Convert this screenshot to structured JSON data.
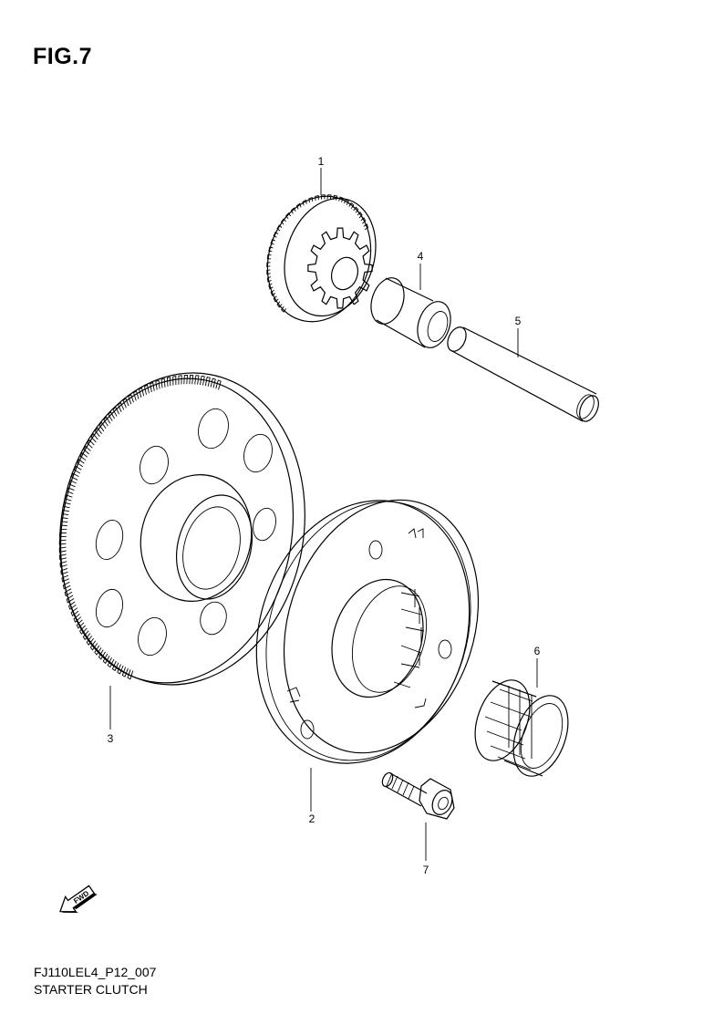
{
  "figure": {
    "title": "FIG.7"
  },
  "footer": {
    "code": "FJ110LEL4_P12_007",
    "name": "STARTER CLUTCH"
  },
  "fwd_indicator": {
    "label": "FWD",
    "icon": "fwd-arrow-icon"
  },
  "parts": [
    {
      "number": "1",
      "icon": "starter-idle-gear-icon"
    },
    {
      "number": "2",
      "icon": "one-way-clutch-housing-icon"
    },
    {
      "number": "3",
      "icon": "starter-driven-gear-icon"
    },
    {
      "number": "4",
      "icon": "bushing-icon"
    },
    {
      "number": "5",
      "icon": "shaft-icon"
    },
    {
      "number": "6",
      "icon": "needle-bearing-icon"
    },
    {
      "number": "7",
      "icon": "bolt-icon"
    }
  ]
}
